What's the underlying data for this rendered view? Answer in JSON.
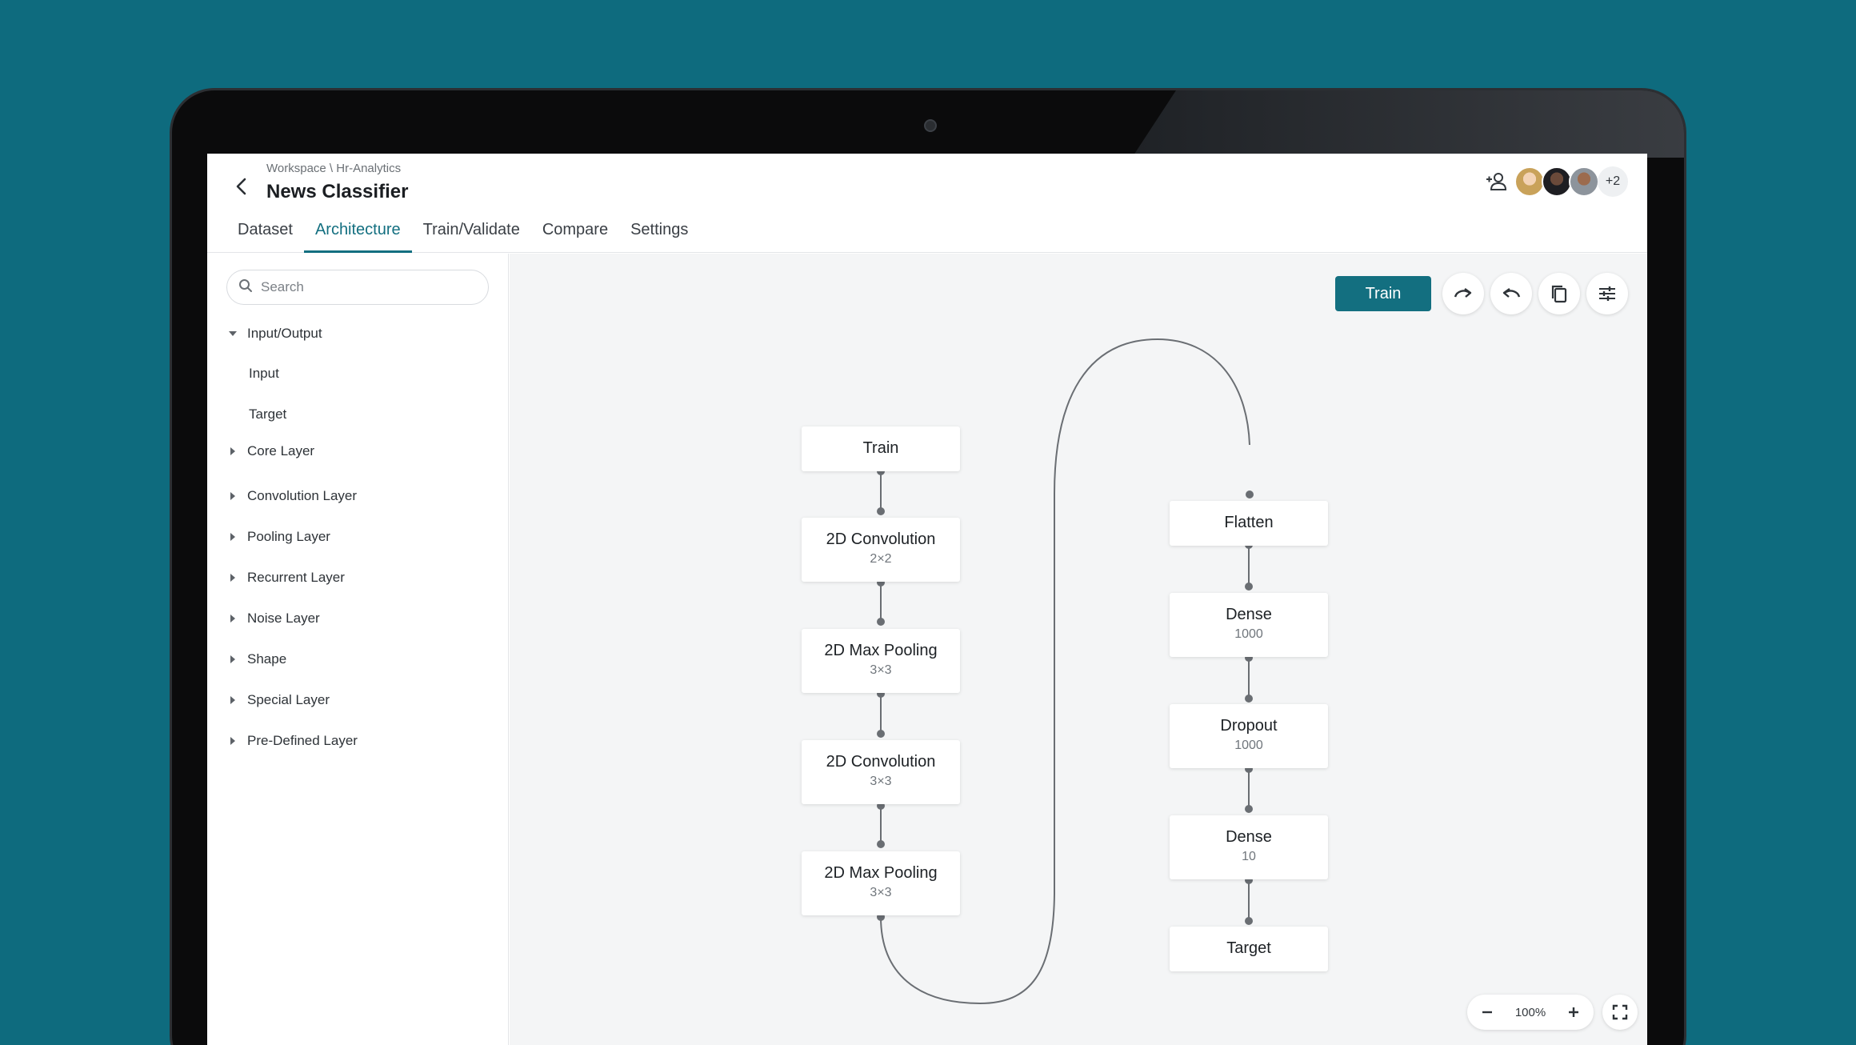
{
  "header": {
    "breadcrumb": "Workspace \\ Hr-Analytics",
    "title": "News Classifier",
    "collaborators_more": "+2"
  },
  "tabs": [
    {
      "label": "Dataset",
      "active": false
    },
    {
      "label": "Architecture",
      "active": true
    },
    {
      "label": "Train/Validate",
      "active": false
    },
    {
      "label": "Compare",
      "active": false
    },
    {
      "label": "Settings",
      "active": false
    }
  ],
  "sidebar": {
    "search_placeholder": "Search",
    "groups": [
      {
        "label": "Input/Output",
        "expanded": true,
        "items": [
          "Input",
          "Target"
        ]
      },
      {
        "label": "Core Layer",
        "expanded": false
      },
      {
        "label": "Convolution Layer",
        "expanded": false
      },
      {
        "label": "Pooling Layer",
        "expanded": false
      },
      {
        "label": "Recurrent Layer",
        "expanded": false
      },
      {
        "label": "Noise Layer",
        "expanded": false
      },
      {
        "label": "Shape",
        "expanded": false
      },
      {
        "label": "Special Layer",
        "expanded": false
      },
      {
        "label": "Pre-Defined Layer",
        "expanded": false
      }
    ]
  },
  "toolbar": {
    "train_label": "Train",
    "icons": [
      "redo-icon",
      "undo-icon",
      "copy-icon",
      "settings-sliders-icon"
    ]
  },
  "graph": {
    "left_column": [
      {
        "title": "Train",
        "sub": ""
      },
      {
        "title": "2D Convolution",
        "sub": "2×2"
      },
      {
        "title": "2D Max Pooling",
        "sub": "3×3"
      },
      {
        "title": "2D Convolution",
        "sub": "3×3"
      },
      {
        "title": "2D Max Pooling",
        "sub": "3×3"
      }
    ],
    "right_column": [
      {
        "title": "Flatten",
        "sub": ""
      },
      {
        "title": "Dense",
        "sub": "1000"
      },
      {
        "title": "Dropout",
        "sub": "1000"
      },
      {
        "title": "Dense",
        "sub": "10"
      },
      {
        "title": "Target",
        "sub": ""
      }
    ]
  },
  "zoom": {
    "level": "100%"
  },
  "colors": {
    "accent": "#136f80",
    "background": "#0e6b7e",
    "canvas": "#f4f5f6"
  }
}
